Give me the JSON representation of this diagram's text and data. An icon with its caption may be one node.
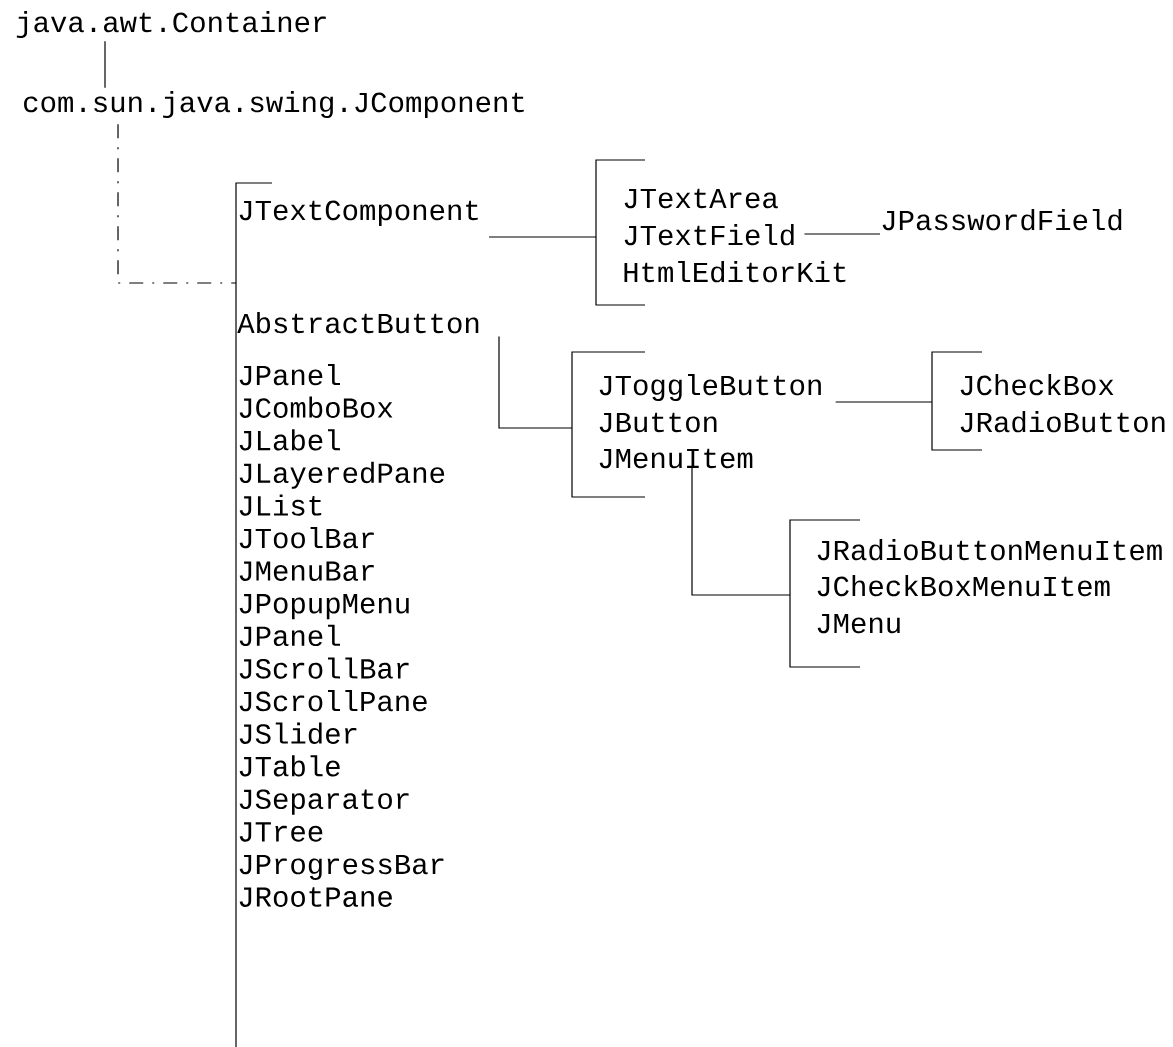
{
  "diagram": {
    "nodes": [
      {
        "text": [
          "java.awt.Container"
        ]
      },
      {
        "text": [
          "com.sun.java.swing.JComponent"
        ]
      },
      {
        "text": [],
        "shape": "bracket"
      },
      {
        "text": [
          "JTextComponent"
        ]
      },
      {
        "text": [
          "AbstractButton"
        ]
      },
      {
        "text": [
          "JPanel"
        ]
      },
      {
        "text": [
          "JComboBox"
        ]
      },
      {
        "text": [
          "JLabel"
        ]
      },
      {
        "text": [
          "JLayeredPane"
        ]
      },
      {
        "text": [
          "JList"
        ]
      },
      {
        "text": [
          "JToolBar"
        ]
      },
      {
        "text": [
          "JMenuBar"
        ]
      },
      {
        "text": [
          "JPopupMenu"
        ]
      },
      {
        "text": [
          "JPanel"
        ]
      },
      {
        "text": [
          "JScrollBar"
        ]
      },
      {
        "text": [
          "JScrollPane"
        ]
      },
      {
        "text": [
          "JSlider"
        ]
      },
      {
        "text": [
          "JTable"
        ]
      },
      {
        "text": [
          "JSeparator"
        ]
      },
      {
        "text": [
          "JTree"
        ]
      },
      {
        "text": [
          "JProgressBar"
        ]
      },
      {
        "text": [
          "JRootPane"
        ]
      },
      {
        "text": [],
        "shape": "bracket"
      },
      {
        "text": [
          "JTextArea"
        ]
      },
      {
        "text": [
          "JTextField"
        ]
      },
      {
        "text": [
          "HtmlEditorKit"
        ]
      },
      {
        "text": [
          "JPasswordField"
        ]
      },
      {
        "text": [],
        "shape": "bracket"
      },
      {
        "text": [
          "JToggleButton"
        ]
      },
      {
        "text": [
          "JButton"
        ]
      },
      {
        "text": [
          "JMenuItem"
        ]
      },
      {
        "text": [],
        "shape": "bracket"
      },
      {
        "text": [
          "JCheckBox"
        ]
      },
      {
        "text": [
          "JRadioButton"
        ]
      },
      {
        "text": [],
        "shape": "bracket"
      },
      {
        "text": [
          "JRadioButtonMenuItem"
        ]
      },
      {
        "text": [
          "JCheckBoxMenuItem"
        ]
      },
      {
        "text": [
          "JMenu"
        ]
      }
    ],
    "edges": [
      {
        "from": 0,
        "to": 1,
        "arrow": "none"
      },
      {
        "from": 1,
        "to": 2,
        "arrow": "none",
        "style": "dashed"
      },
      {
        "from": 3,
        "to": 22,
        "arrow": "none"
      },
      {
        "from": 24,
        "to": 26,
        "arrow": "none"
      },
      {
        "from": 4,
        "to": 27,
        "arrow": "none"
      },
      {
        "from": 28,
        "to": 31,
        "arrow": "none"
      },
      {
        "from": 30,
        "to": 34,
        "arrow": "none"
      }
    ]
  }
}
